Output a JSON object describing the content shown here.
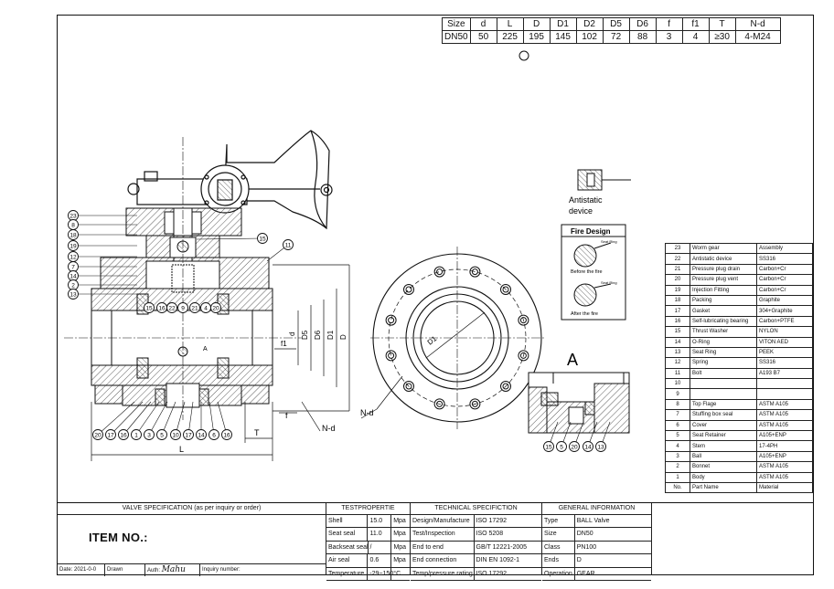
{
  "dimensions": {
    "headers": [
      "Size",
      "d",
      "L",
      "D",
      "D1",
      "D2",
      "D5",
      "D6",
      "f",
      "f1",
      "T",
      "N-d"
    ],
    "values": [
      "DN50",
      "50",
      "225",
      "195",
      "145",
      "102",
      "72",
      "88",
      "3",
      "4",
      "≥30",
      "4-M24"
    ]
  },
  "labels": {
    "antistatic": "Antistatic",
    "device": "device",
    "fire_design": "Fire Design",
    "before_fire": "Before the fire",
    "after_fire": "After the fire",
    "seat_ring": "Seat Ring",
    "section_a": "A",
    "section_a_small": "A",
    "dim_L": "L",
    "dim_T": "T",
    "dim_f": "f",
    "dim_f1": "f1",
    "dim_d": "d",
    "dim_D5": "D5",
    "dim_D6": "D6",
    "dim_D1": "D1",
    "dim_D": "D",
    "dim_Nd": "N-d",
    "dim_Nd2": "N-d",
    "dim_D1f": "D1"
  },
  "parts": [
    {
      "no": "23",
      "name": "Worm gear",
      "material": "Assembly"
    },
    {
      "no": "22",
      "name": "Antistatic device",
      "material": "SS316"
    },
    {
      "no": "21",
      "name": "Pressure plug drain",
      "material": "Carbon+Cr"
    },
    {
      "no": "20",
      "name": "Pressure plug vent",
      "material": "Carbon+Cr"
    },
    {
      "no": "19",
      "name": "Injection Fitting",
      "material": "Carbon+Cr"
    },
    {
      "no": "18",
      "name": "Packing",
      "material": "Graphite"
    },
    {
      "no": "17",
      "name": "Gasket",
      "material": "304+Graphite"
    },
    {
      "no": "16",
      "name": "Self-lubricating bearing",
      "material": "Carbon+PTFE"
    },
    {
      "no": "15",
      "name": "Thrust Washer",
      "material": "NYLON"
    },
    {
      "no": "14",
      "name": "O-Ring",
      "material": "VITON AED"
    },
    {
      "no": "13",
      "name": "Seat Ring",
      "material": "PEEK"
    },
    {
      "no": "12",
      "name": "Spring",
      "material": "SS316"
    },
    {
      "no": "11",
      "name": "Bolt",
      "material": "A193 B7"
    },
    {
      "no": "10",
      "name": "",
      "material": ""
    },
    {
      "no": "9",
      "name": "",
      "material": ""
    },
    {
      "no": "8",
      "name": "Top Flage",
      "material": "ASTM A105"
    },
    {
      "no": "7",
      "name": "Stuffing box seal",
      "material": "ASTM A105"
    },
    {
      "no": "6",
      "name": "Cover",
      "material": "ASTM A105"
    },
    {
      "no": "5",
      "name": "Seat Retainer",
      "material": "A105+ENP"
    },
    {
      "no": "4",
      "name": "Stem",
      "material": "17-4PH"
    },
    {
      "no": "3",
      "name": "Ball",
      "material": "A105+ENP"
    },
    {
      "no": "2",
      "name": "Bonnet",
      "material": "ASTM A105"
    },
    {
      "no": "1",
      "name": "Body",
      "material": "ASTM A105"
    },
    {
      "no": "No.",
      "name": "Part Name",
      "material": "Material"
    }
  ],
  "valve_spec": {
    "title": "VALVE SPECIFICATION (as per inquiry or order)",
    "item_no": "ITEM NO.:"
  },
  "footer": {
    "date": "Date: 2021-0-0",
    "drawn": "Drawn",
    "auth": "Auth:",
    "signature": "Mahu",
    "inquiry": "Inquiry number:"
  },
  "test": {
    "title": "TESTPROPERTIE",
    "rows": [
      {
        "name": "Shell",
        "value": "15.0",
        "unit": "Mpa"
      },
      {
        "name": "Seat seal",
        "value": "11.0",
        "unit": "Mpa"
      },
      {
        "name": "Backseat seal /",
        "value": "",
        "unit": "Mpa"
      },
      {
        "name": "Air seal",
        "value": "0.6",
        "unit": "Mpa"
      },
      {
        "name": "Temperature",
        "value": "-29~150",
        "unit": "°C"
      }
    ]
  },
  "technical": {
    "title": "TECHNICAL SPECIFICTION",
    "rows": [
      {
        "name": "Design/Manufacture",
        "value": "ISO 17292"
      },
      {
        "name": "Test/Inspection",
        "value": "ISO 5208"
      },
      {
        "name": "End to end",
        "value": "GB/T 12221-2005"
      },
      {
        "name": "End connection",
        "value": "DIN EN 1092-1"
      },
      {
        "name": "Temp/pressure rating",
        "value": "ISO 17292"
      }
    ]
  },
  "general": {
    "title": "GENERAL INFORMATION",
    "rows": [
      {
        "name": "Type",
        "value": "BALL Valve"
      },
      {
        "name": "Size",
        "value": "DN50"
      },
      {
        "name": "Class",
        "value": "PN100"
      },
      {
        "name": "Ends",
        "value": "D"
      },
      {
        "name": "Operation",
        "value": "GEAR"
      }
    ]
  },
  "balloons_left": [
    "23",
    "8",
    "18",
    "19",
    "12",
    "7",
    "14",
    "2",
    "13"
  ],
  "balloons_right": [
    "15",
    "11"
  ],
  "balloons_inner": [
    "15",
    "16",
    "22",
    "9",
    "21",
    "4",
    "20"
  ],
  "balloons_bottom": [
    "20",
    "17",
    "16",
    "1",
    "3",
    "5",
    "10",
    "17",
    "14",
    "6",
    "16"
  ],
  "balloons_detail": [
    "15",
    "5",
    "20",
    "14",
    "13"
  ]
}
